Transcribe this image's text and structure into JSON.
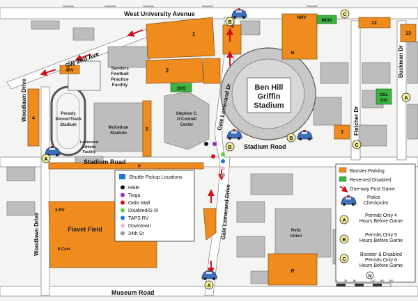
{
  "colors": {
    "booster": "#F08C1E",
    "reserved": "#3CB440",
    "road": "#ffffff",
    "road_edge": "#8a8a8a",
    "building": "#bdbdbd",
    "stadium": "#c8c8c8",
    "arrow": "#d0101a",
    "badge": "#f2ec9c"
  },
  "roads": {
    "west_university": "West University Avenue",
    "sw_2nd": "SW 2nd Ave",
    "stadium_road_west": "Stadium Road",
    "stadium_road_east": "Stadium Road",
    "museum": "Museum Road",
    "woodlawn_north": "Woodlawn Drive",
    "woodlawn_south": "Woodlawn Drive",
    "gale_north": "Gale Lemerand Dr",
    "gale_south": "Gale Lemerand Drive",
    "fletcher": "Fletcher Dr",
    "buckman": "Buckman Dr"
  },
  "buildings": {
    "stadium": [
      "Ben Hill",
      "Griffin",
      "Stadium"
    ],
    "sanders": [
      "Sanders",
      "Football",
      "Practice",
      "Facility"
    ],
    "pressly": [
      "Pressly",
      "Soccer/Track",
      "Stadium"
    ],
    "mckethan": [
      "McKethan",
      "Stadium"
    ],
    "oconnell": [
      "Stephen C.",
      "O'Connell",
      "Center"
    ],
    "lemerand": [
      "Lemerand",
      "Athletic",
      "Facility"
    ],
    "flavet": "Flavet Field",
    "reitz": [
      "Reitz",
      "Union"
    ]
  },
  "lots": {
    "l1": "1",
    "l2": "2",
    "l3": "3",
    "l4": "4",
    "l5": "5",
    "l12": "12",
    "l13": "13",
    "n": "N",
    "m": "M",
    "r": "R",
    "p": "P",
    "nrv": "NRV",
    "mdis": "MDIS",
    "rv4": "4RV",
    "rv5": "5 RV",
    "cars6": "6 Cars",
    "dis1": "1DIS",
    "osl": [
      "OSL",
      "DIS"
    ]
  },
  "badges": {
    "a": "A",
    "b": "B",
    "c": "C"
  },
  "shuttle": {
    "title": "Shuttle Pickup Locations",
    "items": [
      {
        "label": "Haile",
        "color": "#111111"
      },
      {
        "label": "Tioga",
        "color": "#8a2bd6"
      },
      {
        "label": "Oaks Mall",
        "color": "#d0101a"
      },
      {
        "label": "Disabled/G-IX",
        "color": "#5fd03a"
      },
      {
        "label": "TAPS RV",
        "color": "#1e74d8"
      },
      {
        "label": "Downtown",
        "color": "#f3b6dc"
      },
      {
        "label": "34th St",
        "color": "#9a9a9a"
      }
    ]
  },
  "legend": {
    "booster": "Booster Parking",
    "reserved": "Reserved Disabled",
    "oneway": "One-way Post Game",
    "police": [
      "Police",
      "Checkpoint"
    ],
    "permits": [
      {
        "badge": "A",
        "lines": [
          "Permits Only 4",
          "Hours Before Game"
        ]
      },
      {
        "badge": "B",
        "lines": [
          "Permits Only 5",
          "Hours Before Game"
        ]
      },
      {
        "badge": "C",
        "lines": [
          "Booster & Disabled",
          "Permits Only 6",
          "Hours Before Game"
        ]
      }
    ]
  },
  "scale": {
    "ticks": [
      "0",
      "30",
      "60",
      "120",
      "180",
      "240"
    ],
    "north": "N"
  }
}
